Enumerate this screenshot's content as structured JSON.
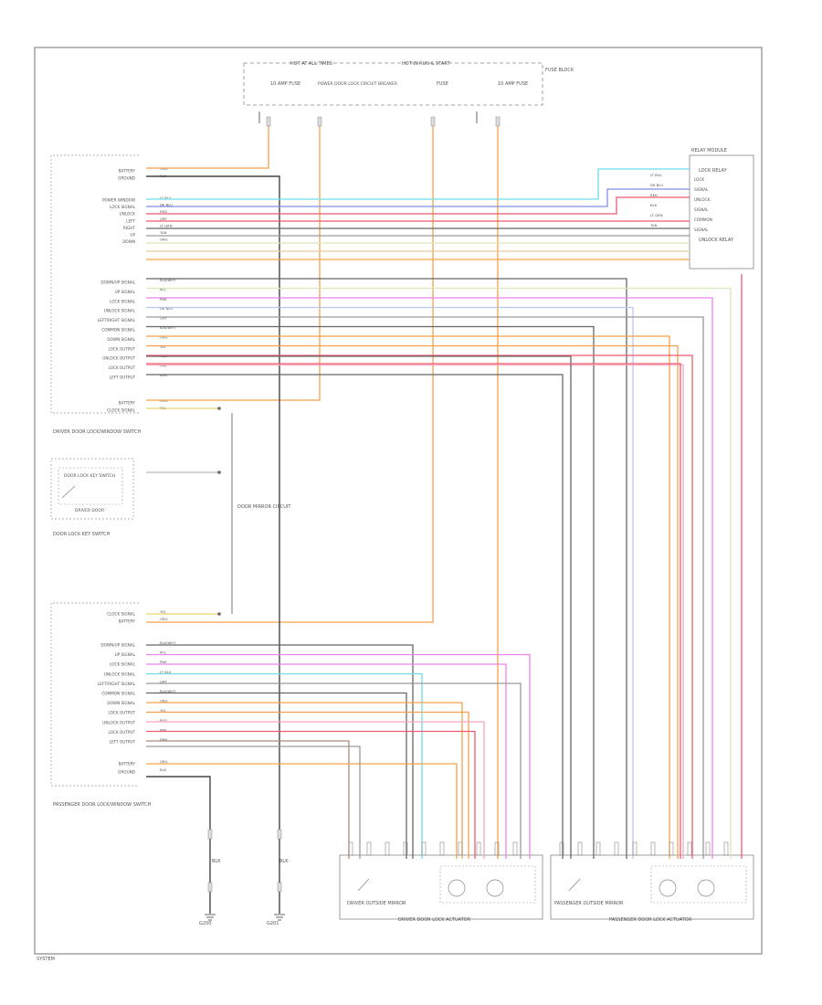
{
  "labels": {
    "fuse_panel_left": "HOT AT ALL TIMES",
    "fuse_panel_right": "HOT IN RUN & START",
    "fuse_a": "10 AMP FUSE",
    "fuse_b": "POWER DOOR LOCK CIRCUIT BREAKER",
    "fuse_c": "FUSE",
    "fuse_d": "10 AMP FUSE",
    "fuse_box_title": "FUSE BLOCK",
    "lock_relay": "LOCK RELAY",
    "unlock_relay": "UNLOCK RELAY",
    "relay_module_title": "RELAY MODULE",
    "drv_module": "DRIVER DOOR LOCK/WINDOW SWITCH",
    "pass_module": "PASSENGER DOOR LOCK/WINDOW SWITCH",
    "jct_block": "DOOR MIRROR CIRCUIT",
    "key_switch": "DOOR LOCK KEY SWITCH",
    "key_switch_sub": "DRIVER DOOR",
    "key_switch_caption": "DOOR LOCK KEY SWITCH",
    "drv_actuator": "DRIVER DOOR LOCK ACTUATOR",
    "pass_actuator": "PASSENGER DOOR LOCK ACTUATOR",
    "drv_mirror": "DRIVER OUTSIDE MIRROR",
    "pass_mirror": "PASSENGER OUTSIDE MIRROR",
    "ground_left": "G200",
    "ground_right": "G201",
    "footer": "SYSTEM"
  },
  "pins_top": [
    {
      "label": "BATTERY",
      "wire": "ORG"
    },
    {
      "label": "GROUND",
      "wire": "BLK"
    }
  ],
  "pins_upper": [
    {
      "label": "POWER WINDOW",
      "wire": "LT BLU"
    },
    {
      "label": "LOCK SIGNAL",
      "wire": "DK BLU"
    },
    {
      "label": "UNLOCK",
      "wire": "RED"
    },
    {
      "label": "LEFT",
      "wire": "GRY"
    },
    {
      "label": "RIGHT",
      "wire": "LT GRN"
    },
    {
      "label": "UP",
      "wire": "TAN"
    },
    {
      "label": "DOWN",
      "wire": "ORG"
    }
  ],
  "pins_mid": [
    {
      "label": "DOWN/UP SIGNAL",
      "wire": "BLK/WHT"
    },
    {
      "label": "UP SIGNAL",
      "wire": "PPL"
    },
    {
      "label": "LOCK SIGNAL",
      "wire": "PNK"
    },
    {
      "label": "UNLOCK SIGNAL",
      "wire": "DK BLU"
    },
    {
      "label": "LEFT/RIGHT SIGNAL",
      "wire": "GRY"
    },
    {
      "label": "COMMON SIGNAL",
      "wire": "BLK/WHT"
    },
    {
      "label": "DOWN SIGNAL",
      "wire": "ORG"
    },
    {
      "label": "LOCK OUTPUT",
      "wire": "YEL"
    },
    {
      "label": "UNLOCK OUTPUT",
      "wire": "RED"
    },
    {
      "label": "LOCK OUTPUT",
      "wire": "PNK"
    },
    {
      "label": "LEFT OUTPUT",
      "wire": "BRN"
    }
  ],
  "pins_drv_bottom": [
    {
      "label": "BATTERY",
      "wire": "ORG"
    },
    {
      "label": "CLOCK SIGNAL",
      "wire": "YEL"
    }
  ],
  "pins_pass_top": [
    {
      "label": "CLOCK SIGNAL",
      "wire": "YEL"
    },
    {
      "label": "BATTERY",
      "wire": "ORG"
    }
  ],
  "pins_pass": [
    {
      "label": "DOWN/UP SIGNAL",
      "wire": "BLK/WHT"
    },
    {
      "label": "UP SIGNAL",
      "wire": "PPL"
    },
    {
      "label": "LOCK SIGNAL",
      "wire": "PNK"
    },
    {
      "label": "UNLOCK SIGNAL",
      "wire": "LT BLU"
    },
    {
      "label": "LEFT/RIGHT SIGNAL",
      "wire": "GRY"
    },
    {
      "label": "COMMON SIGNAL",
      "wire": "BLK/WHT"
    },
    {
      "label": "DOWN SIGNAL",
      "wire": "ORG"
    },
    {
      "label": "LOCK OUTPUT",
      "wire": "YEL"
    },
    {
      "label": "UNLOCK OUTPUT",
      "wire": "RED"
    },
    {
      "label": "LOCK OUTPUT",
      "wire": "PNK"
    },
    {
      "label": "LEFT OUTPUT",
      "wire": "BRN"
    }
  ],
  "pins_pass_bottom": [
    {
      "label": "BATTERY",
      "wire": "ORG"
    },
    {
      "label": "GROUND",
      "wire": "BLK"
    }
  ],
  "relay_pins": [
    {
      "label": "LOCK",
      "wire": "LT BLU"
    },
    {
      "label": "SIGNAL",
      "wire": "DK BLU"
    },
    {
      "label": "UNLOCK",
      "wire": "RED"
    },
    {
      "label": "SIGNAL",
      "wire": "BLK"
    },
    {
      "label": "COMMON",
      "wire": "LT GRN"
    },
    {
      "label": "SIGNAL",
      "wire": "TAN"
    }
  ],
  "ground_wire": "BLK",
  "colors": {
    "border": "#888888",
    "orange": "#f5a04a",
    "black": "#444444",
    "cyan": "#6fdcea",
    "blue": "#7f8de8",
    "red": "#f05a6e",
    "gray": "#9a9a9a",
    "ltgreen": "#d8e8b8",
    "tan": "#e7c9a0",
    "magenta": "#ee82ee",
    "pink": "#f3a6c3",
    "lightblue": "#b9c8f0",
    "darkgray": "#666666",
    "brown": "#a98b7a"
  }
}
